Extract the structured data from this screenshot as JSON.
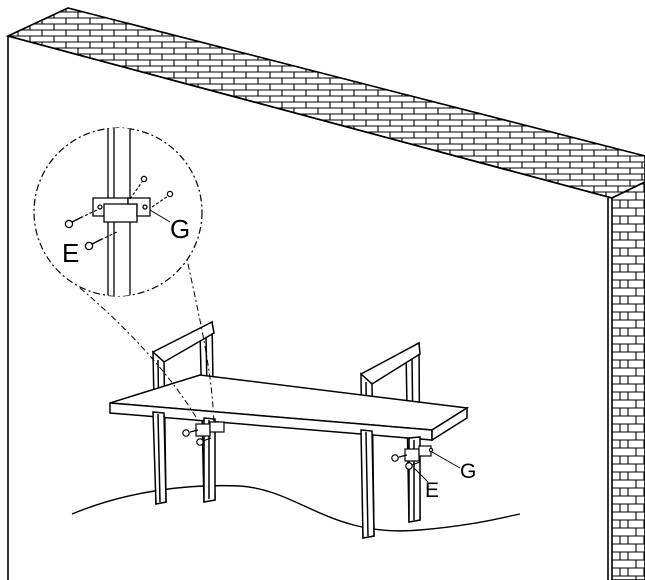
{
  "figure": {
    "labels": {
      "inset_screw": "E",
      "inset_bracket": "G",
      "right_screw": "E",
      "right_bracket": "G"
    }
  },
  "colors": {
    "line": "#000000",
    "background": "#ffffff"
  }
}
